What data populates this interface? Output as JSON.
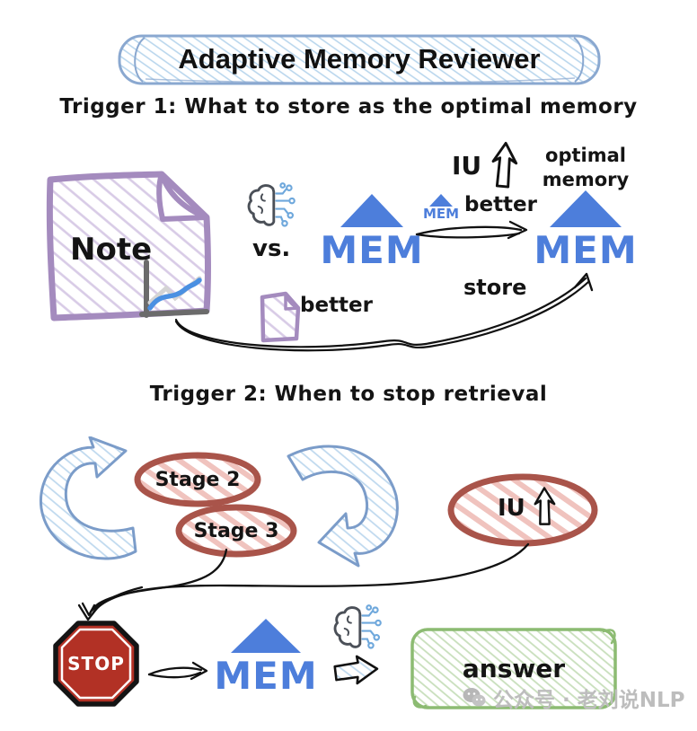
{
  "banner": {
    "title": "Adaptive Memory Reviewer"
  },
  "logo": {
    "text": "MEM"
  },
  "trigger1": {
    "heading": "Trigger 1: What to store as the optimal memory",
    "note_label": "Note",
    "vs_label": "vs.",
    "iu_label": "IU",
    "mem_better_label": "better",
    "optimal_memory_label": "optimal memory",
    "store_label": "store",
    "note_better_label": "better"
  },
  "trigger2": {
    "heading": "Trigger 2: When to stop retrieval",
    "stage2_label": "Stage 2",
    "stage3_label": "Stage 3",
    "iu_label": "IU",
    "stop_label": "STOP",
    "answer_label": "answer"
  },
  "watermark": {
    "text": "公众号 · 老刘说NLP"
  },
  "colors": {
    "mem_blue": "#4d7edb",
    "note_purple": "#a48bbe",
    "banner_blue": "#8aa8d0",
    "loop_arrow_blue": "#7b9cc9",
    "ellipse_red": "#a9544a",
    "stop_red": "#b23125",
    "answer_green": "#8cbb72",
    "chart_line_blue": "#4a90e2",
    "ink_black": "#1a1a1a",
    "watermark_gray": "#bdbdbd"
  }
}
